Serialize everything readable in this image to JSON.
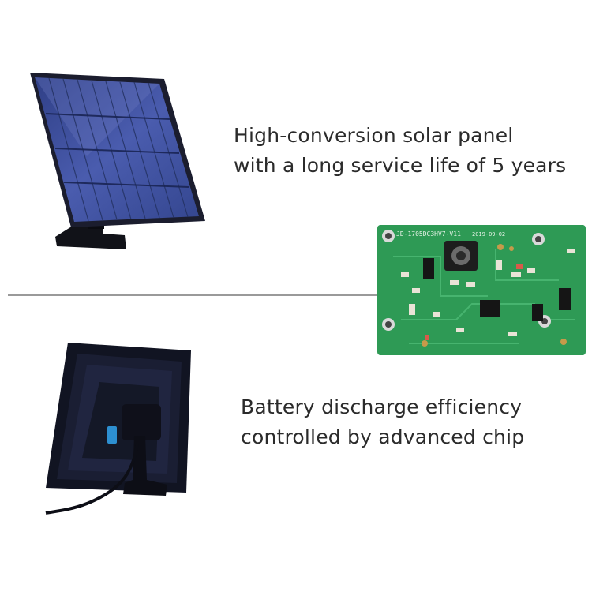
{
  "features": [
    {
      "caption_lines": [
        "High-conversion solar panel",
        "with a long service life of 5 years"
      ],
      "image": "solar-panel-front"
    },
    {
      "caption_lines": [
        "Battery discharge efficiency",
        "controlled by advanced chip"
      ],
      "image": "solar-panel-back"
    }
  ],
  "board": {
    "silkscreen_top": "JD-1705DC3HV7-V11",
    "silkscreen_date": "2019-09-02"
  },
  "colors": {
    "panel_cell": "#3d4f98",
    "panel_frame": "#1b1d2e",
    "pcb_green": "#2e9a55",
    "divider": "#9a9a9a",
    "text": "#2b2b2b"
  }
}
